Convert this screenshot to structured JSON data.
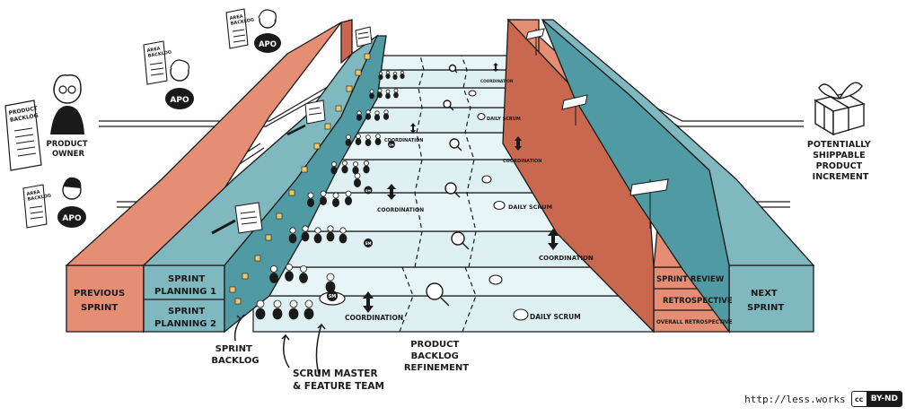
{
  "diagram": {
    "previous_sprint": [
      "PREVIOUS",
      "SPRINT"
    ],
    "next_sprint": [
      "NEXT",
      "SPRINT"
    ],
    "sprint_planning_1": [
      "SPRINT",
      "PLANNING 1"
    ],
    "sprint_planning_2": [
      "SPRINT",
      "PLANNING 2"
    ],
    "sprint_review": "SPRINT REVIEW",
    "retrospective": "RETROSPECTIVE",
    "overall_retrospective": "OVERALL RETROSPECTIVE",
    "coordination": "COORDINATION",
    "daily_scrum": "DAILY SCRUM",
    "sm_badge": "SM",
    "apo_badge": "APO",
    "product_owner": [
      "PRODUCT",
      "OWNER"
    ],
    "product_backlog_doc": [
      "PRODUCT",
      "BACKLOG"
    ],
    "area_backlog_doc": [
      "AREA",
      "BACKLOG"
    ],
    "potentially_shippable": [
      "POTENTIALLY",
      "SHIPPABLE",
      "PRODUCT",
      "INCREMENT"
    ],
    "sprint_backlog": [
      "SPRINT",
      "BACKLOG"
    ],
    "scrum_master_team": [
      "SCRUM MASTER",
      "& FEATURE TEAM"
    ],
    "pbr": [
      "PRODUCT",
      "BACKLOG",
      "REFINEMENT"
    ]
  },
  "footer": {
    "url": "http://less.works",
    "cc_icon": "cc",
    "license": "BY-ND"
  },
  "colors": {
    "salmon": "#e58e74",
    "salmon_dark": "#c9674f",
    "teal": "#7fb8bf",
    "teal_dark": "#4f9aa3",
    "lane": "#dff0f3"
  }
}
